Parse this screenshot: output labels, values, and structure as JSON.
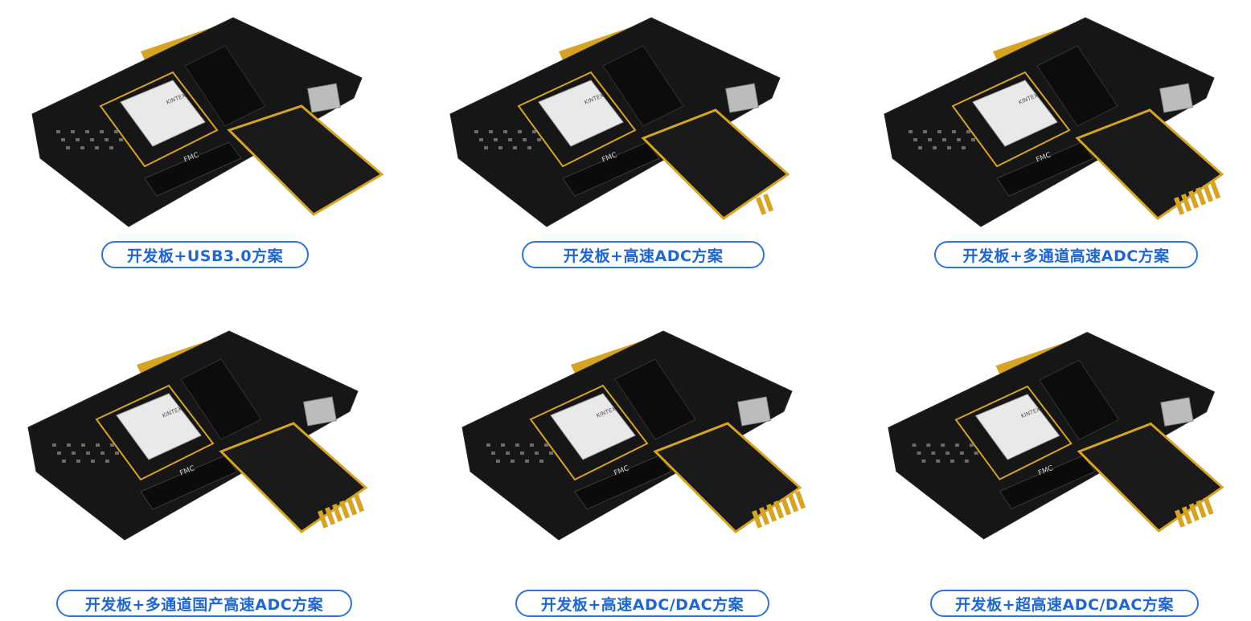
{
  "colors": {
    "label_border": "#2e74d8",
    "label_text": "#1f66d1",
    "pcb": "#161616",
    "gold": "#d7a325",
    "fpga": "#e9e9e9"
  },
  "cards": [
    {
      "caption": "开发板+USB3.0方案",
      "addon": "usb",
      "connectors": 0
    },
    {
      "caption": "开发板+高速ADC方案",
      "addon": "adc",
      "connectors": 2
    },
    {
      "caption": "开发板+多通道高速ADC方案",
      "addon": "adc",
      "connectors": 6
    },
    {
      "caption": "开发板+多通道国产高速ADC方案",
      "addon": "adc",
      "connectors": 6
    },
    {
      "caption": "开发板+高速ADC/DAC方案",
      "addon": "adc",
      "connectors": 7
    },
    {
      "caption": "开发板+超高速ADC/DAC方案",
      "addon": "adc",
      "connectors": 5
    }
  ],
  "board_text": {
    "fpga_brand": "KINTEX",
    "fmc_mark": "FMC"
  }
}
